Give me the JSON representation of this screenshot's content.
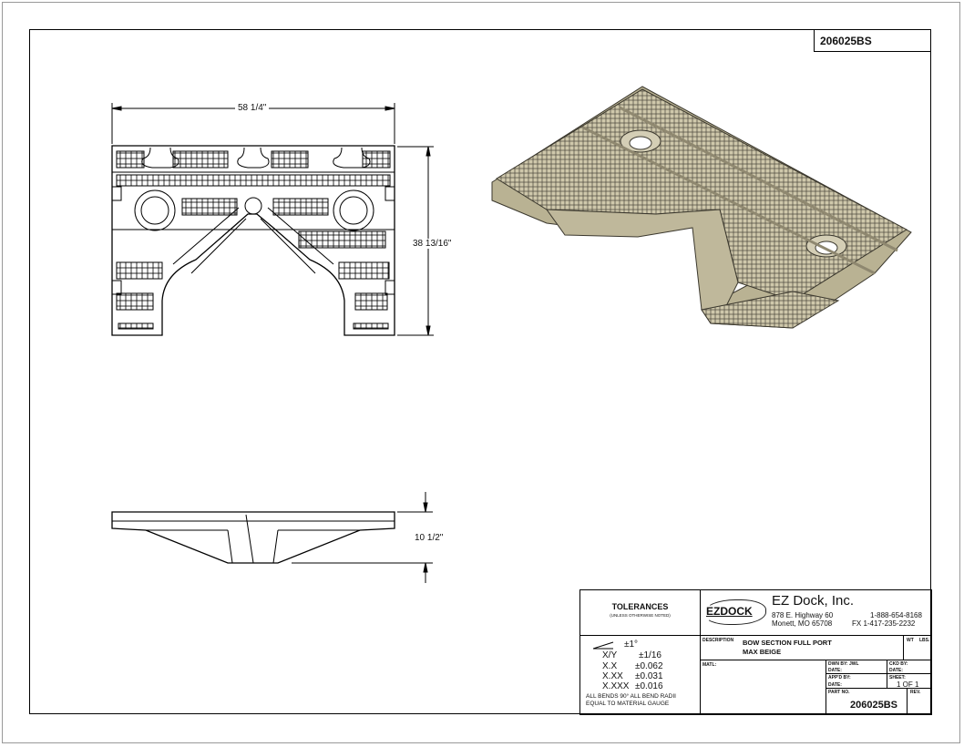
{
  "part_number_top": "206025BS",
  "dimensions": {
    "width": "58 1/4\"",
    "height": "38 13/16\"",
    "depth": "10 1/2\""
  },
  "title_block": {
    "tolerances_title": "TOLERANCES",
    "tolerances_note": "(UNLESS OTHERWISE NOTED)",
    "angle_tol": "±1°",
    "rows": [
      {
        "label": "X/Y",
        "value": "±1/16"
      },
      {
        "label": "X.X",
        "value": "±0.062"
      },
      {
        "label": "X.XX",
        "value": "±0.031"
      },
      {
        "label": "X.XXX",
        "value": "±0.016"
      }
    ],
    "bend_note_1": "ALL BENDS 90°   ALL BEND RADII",
    "bend_note_2": "EQUAL TO MATERIAL GAUGE",
    "logo_text": "EZDOCK",
    "company": "EZ Dock, Inc.",
    "address_1": "878 E. Highway 60",
    "address_2": "Monett, MO 65708",
    "phone": "1-888-654-8168",
    "fax": "FX  1-417-235-2232",
    "description_label": "DESCRIPTION",
    "description_1": "BOW SECTION FULL PORT",
    "description_2": "MAX BEIGE",
    "wt_label": "WT",
    "lbs_label": "LBS.",
    "matl_label": "MATL:",
    "dwn_by": "DWN BY: JWL",
    "date1": "DATE:",
    "ckd_by": "CKD BY:",
    "date2": "DATE:",
    "appd_by": "APP'D BY:",
    "date3": "DATE:",
    "sheet_label": "SHEET:",
    "sheet_value": "1 OF 1",
    "part_no_label": "PART NO.",
    "part_no": "206025BS",
    "rev_label": "REV."
  },
  "colors": {
    "beige": "#c8c1a4",
    "beige_dark": "#8f8870",
    "line": "#000000"
  }
}
